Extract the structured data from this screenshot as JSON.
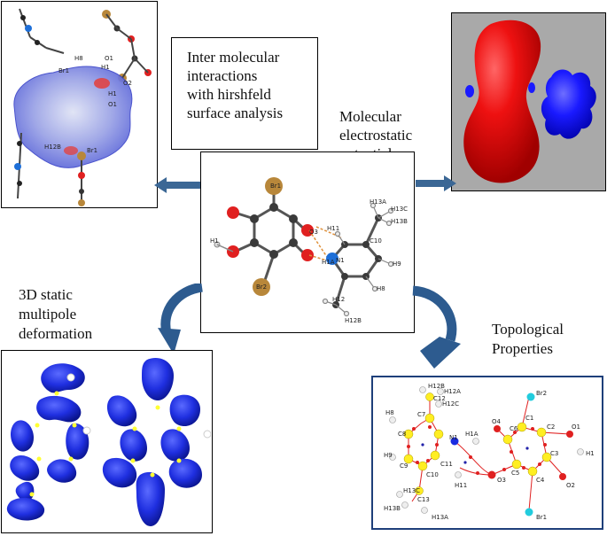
{
  "labels": {
    "hirshfeld": [
      "Inter molecular",
      "interactions",
      "with hirshfeld",
      "surface analysis"
    ],
    "electrostatic": [
      "Molecular",
      "electrostatic",
      "potential"
    ],
    "multipole": [
      "3D static",
      "multipole",
      "deformation"
    ],
    "topological": [
      "Topological",
      "Properties"
    ]
  },
  "hirshfeld_atoms": [
    "H8",
    "O1",
    "H1",
    "Br1",
    "O2",
    "H1",
    "O1",
    "H12B",
    "Br1"
  ],
  "center_atoms": [
    "Br1",
    "O3",
    "H11",
    "C10",
    "H13A",
    "H13C",
    "H13B",
    "H9",
    "H1",
    "H1A",
    "N1",
    "H8",
    "Br2",
    "H12",
    "H12B"
  ],
  "topo_atoms": {
    "top": [
      "H12B",
      "H12A",
      "C12",
      "H12C",
      "Br2"
    ],
    "ring_left": [
      "H8",
      "C7",
      "C8",
      "N1",
      "H1A",
      "H9",
      "C9",
      "C11",
      "C10",
      "H11",
      "O3"
    ],
    "ring_right": [
      "O4",
      "C6",
      "C1",
      "C2",
      "O1",
      "H1",
      "C3",
      "C5",
      "C4",
      "O2",
      "Br1"
    ],
    "bottom": [
      "H13C",
      "C13",
      "H13B",
      "H13A"
    ]
  },
  "colors": {
    "arrow": "#3b6795",
    "arrow_curve": "#2d5b8f",
    "esp_red": "#ee1111",
    "esp_blue": "#1a1aff",
    "esp_bg": "#a9a9a9",
    "deform_blue": "#1f2fe0",
    "topo_border": "#1e3f7a",
    "bromine": "#b8873a",
    "oxygen": "#e02020",
    "nitrogen": "#1e6fd8",
    "carbon": "#3a3a3a"
  }
}
